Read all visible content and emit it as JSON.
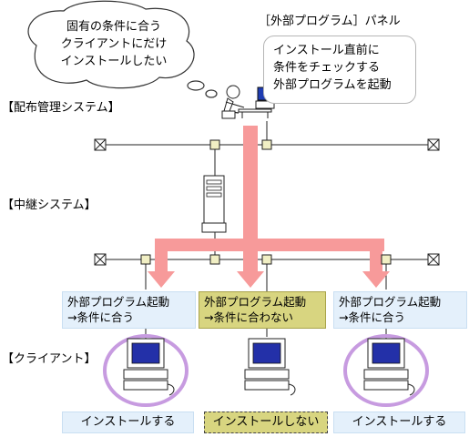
{
  "cloud": {
    "lines": [
      "固有の条件に合う",
      "クライアントにだけ",
      "インストールしたい"
    ]
  },
  "panel": {
    "title": "［外部プログラム］パネル",
    "lines": [
      "インストール直前に",
      "条件をチェックする",
      "外部プログラムを起動"
    ]
  },
  "sections": {
    "distribution": "【配布管理システム】",
    "relay": "【中継システム】",
    "client": "【クライアント】"
  },
  "clients": [
    {
      "line1": "外部プログラム起動",
      "line2": "→条件に合う",
      "result": "インストールする"
    },
    {
      "line1": "外部プログラム起動",
      "line2": "→条件に合わない",
      "result": "インストールしない"
    },
    {
      "line1": "外部プログラム起動",
      "line2": "→条件に合う",
      "result": "インストールする"
    }
  ],
  "colors": {
    "arrow": "#f79a9a",
    "highlight": "#d8d580",
    "info_box": "#e4f0fb",
    "circle": "#c79be0",
    "node": "#f1efc4"
  }
}
